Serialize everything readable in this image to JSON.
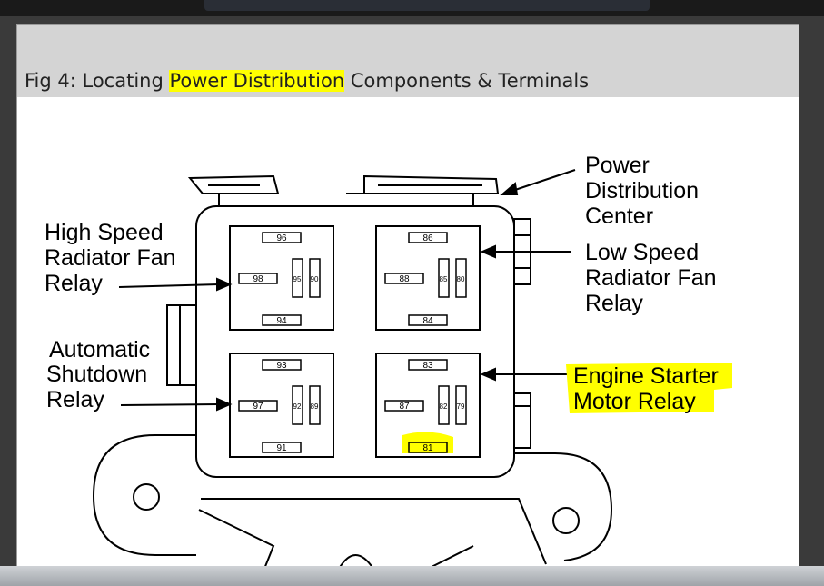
{
  "caption": {
    "prefix": "Fig 4: Locating ",
    "highlight": "Power Distribution",
    "suffix": " Components & Terminals"
  },
  "labels": {
    "pdc": [
      "Power",
      "Distribution",
      "Center"
    ],
    "high_speed": [
      "High Speed",
      "Radiator Fan",
      "Relay"
    ],
    "low_speed": [
      "Low Speed",
      "Radiator Fan",
      "Relay"
    ],
    "asd": [
      "Automatic",
      "Shutdown",
      "Relay"
    ],
    "starter": [
      "Engine Starter",
      "Motor Relay"
    ]
  },
  "relays": {
    "high_speed": [
      "96",
      "98",
      "95",
      "90",
      "94"
    ],
    "low_speed": [
      "86",
      "88",
      "85",
      "80",
      "84"
    ],
    "asd": [
      "93",
      "97",
      "92",
      "89",
      "91"
    ],
    "starter": [
      "83",
      "87",
      "82",
      "79",
      "81"
    ]
  },
  "colors": {
    "highlight": "#ffff00",
    "caption_bg": "#d4d4d4"
  }
}
